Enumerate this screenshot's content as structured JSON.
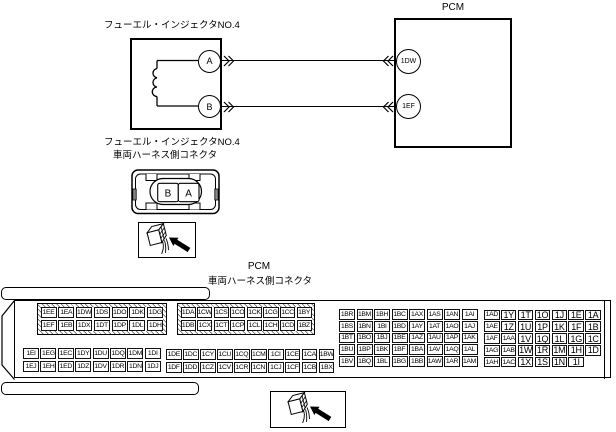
{
  "top_diagram": {
    "injector": {
      "label": "フューエル・インジェクタNO.4",
      "pin_a": "A",
      "pin_b": "B"
    },
    "pcm": {
      "label": "PCM",
      "pin_1": "1DW",
      "pin_2": "1EF"
    }
  },
  "injector_connector": {
    "label_line1": "フューエル・インジェクタNO.4",
    "label_line2": "車両ハーネス側コネクタ",
    "cells": [
      "B",
      "A"
    ]
  },
  "pcm_connector": {
    "label_line1": "PCM",
    "label_line2": "車両ハーネス側コネクタ",
    "blocks": {
      "block1": [
        [
          "1EE",
          "1EA",
          "1DW",
          "1DS",
          "1DO",
          "1DK",
          "1DG"
        ],
        [
          "1EF",
          "1EB",
          "1DX",
          "1DT",
          "1DP",
          "1DL",
          "1DH"
        ]
      ],
      "block2": [
        [
          "1DA",
          "1CW",
          "1CS",
          "1CO",
          "1CK",
          "1CG",
          "1CC",
          "1BY"
        ],
        [
          "1DB",
          "1CX",
          "1CT",
          "1CP",
          "1CL",
          "1CH",
          "1CD",
          "1BZ"
        ]
      ],
      "block3": [
        [
          "1EI",
          "1EG",
          "1EC",
          "1DY",
          "1DU",
          "1DQ",
          "1DM",
          "1DI"
        ],
        [
          "1EJ",
          "1EH",
          "1ED",
          "1DZ",
          "1DV",
          "1DR",
          "1DN",
          "1DJ"
        ]
      ],
      "block4": [
        [
          "1DE",
          "1DC",
          "1CY",
          "1CU",
          "1CQ",
          "1CM",
          "1CI",
          "1CE",
          "1CA",
          "1BW"
        ],
        [
          "1DF",
          "1DD",
          "1CZ",
          "1CV",
          "1CR",
          "1CN",
          "1CJ",
          "1CF",
          "1CB",
          "1BX"
        ]
      ],
      "block5": [
        [
          "1BR",
          "1BM",
          "1BH",
          "1BC",
          "1AX",
          "1AS",
          "1AN",
          "1AI"
        ],
        [
          "1BS",
          "1BN",
          "1BI",
          "1BD",
          "1AY",
          "1AT",
          "1AO",
          "1AJ"
        ],
        [
          "1BT",
          "1BO",
          "1BJ",
          "1BE",
          "1AZ",
          "1AU",
          "1AP",
          "1AK"
        ],
        [
          "1BU",
          "1BP",
          "1BK",
          "1BF",
          "1BA",
          "1AV",
          "1AQ",
          "1AL"
        ],
        [
          "1BV",
          "1BQ",
          "1BL",
          "1BG",
          "1BB",
          "1AW",
          "1AR",
          "1AM"
        ]
      ],
      "block6": [
        [
          "1AD",
          "1Y",
          "1T",
          "1O",
          "1J",
          "1E",
          "1A"
        ],
        [
          "1AE",
          "1Z",
          "1U",
          "1P",
          "1K",
          "1F",
          "1B"
        ],
        [
          "1AF",
          "1AA",
          "1V",
          "1Q",
          "1L",
          "1G",
          "1C"
        ],
        [
          "1AG",
          "1AB",
          "1W",
          "1R",
          "1M",
          "1H",
          "1D"
        ],
        [
          "1AH",
          "1AC",
          "1X",
          "1S",
          "1N",
          "1I"
        ]
      ]
    }
  }
}
